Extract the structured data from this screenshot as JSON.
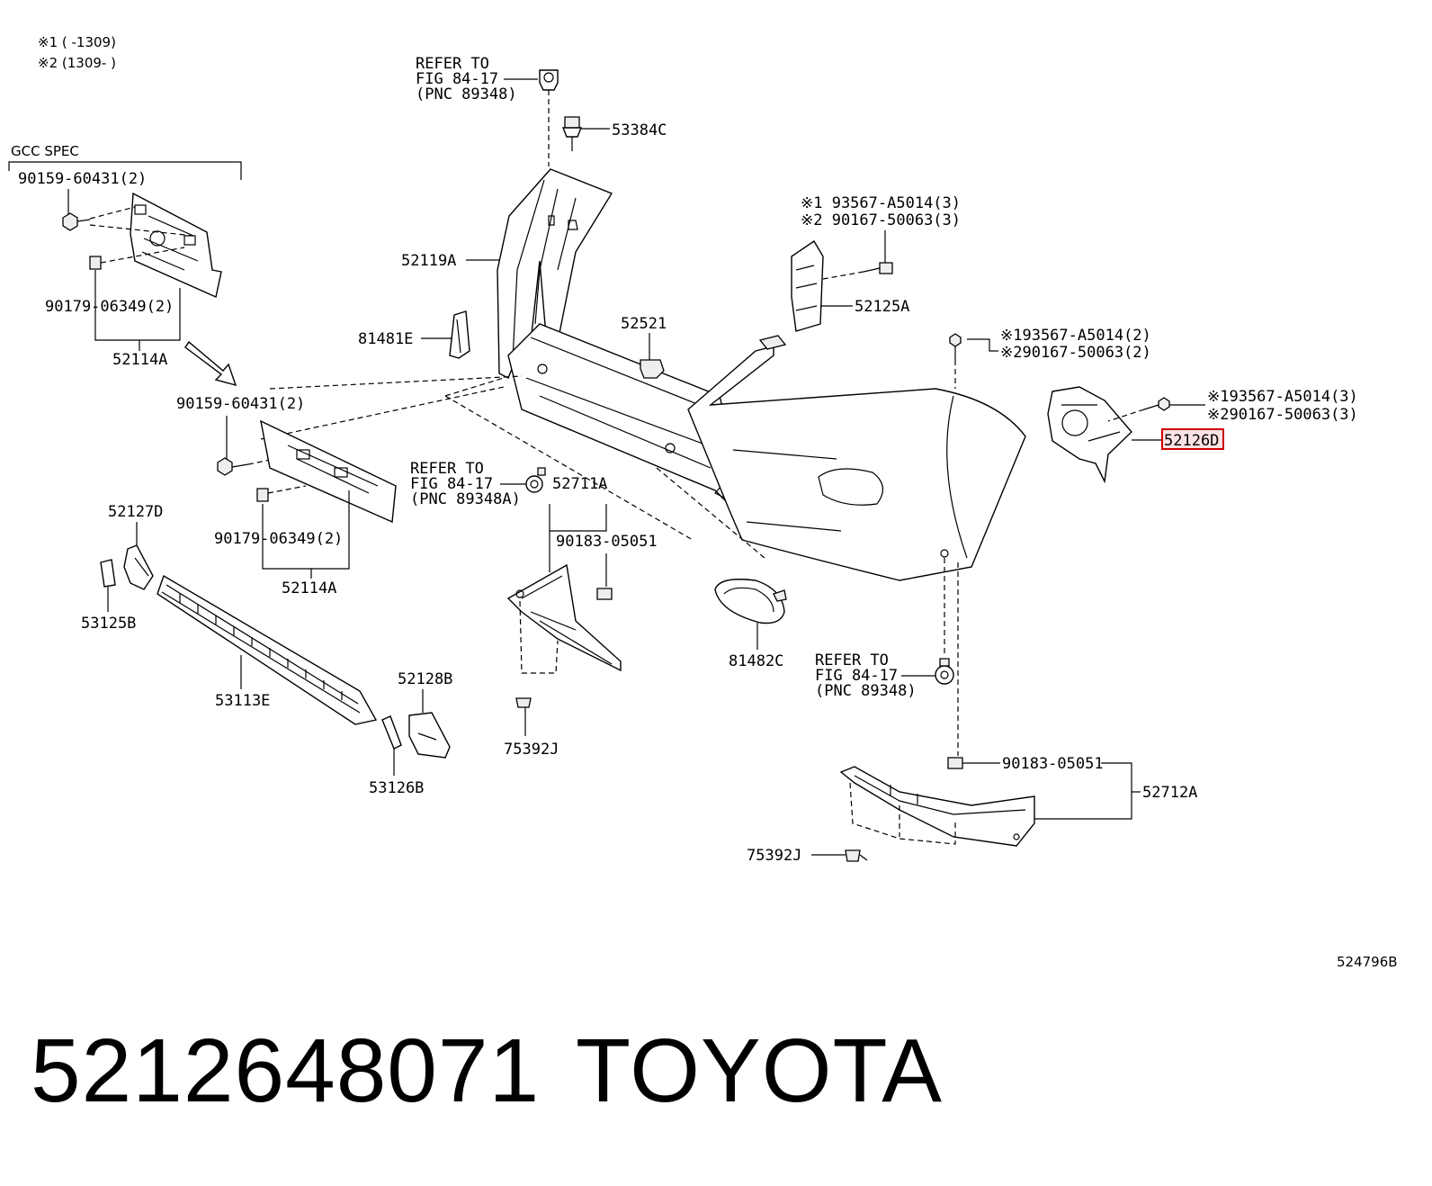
{
  "notes": {
    "note1": "※1 (      -1309)",
    "note2": "※2 (1309-      )"
  },
  "gcc_spec": "GCC SPEC",
  "labels": {
    "refer_top_1": "REFER TO",
    "refer_top_2": "FIG 84-17",
    "refer_top_3": "(PNC 89348)",
    "p53384C": "53384C",
    "p90159_top": "90159-60431(2)",
    "p90179_top": "90179-06349(2)",
    "p52114A_top": "52114A",
    "p52119A": "52119A",
    "p81481E": "81481E",
    "p52521": "52521",
    "n1_93567_a": "※1 93567-A5014(3)",
    "n2_90167_a": "※2 90167-50063(3)",
    "p52125A": "52125A",
    "n1_93567_b": "※193567-A5014(2)",
    "n2_90167_b": "※290167-50063(2)",
    "n1_93567_c": "※193567-A5014(3)",
    "n2_90167_c": "※290167-50063(3)",
    "p52126D": "52126D",
    "p90159_mid": "90159-60431(2)",
    "refer_mid_1": "REFER TO",
    "refer_mid_2": "FIG 84-17",
    "refer_mid_3": "(PNC 89348A)",
    "p52711A": "52711A",
    "p90179_mid": "90179-06349(2)",
    "p52114A_mid": "52114A",
    "p52127D": "52127D",
    "p53125B": "53125B",
    "p90183_a": "90183-05051",
    "p81482C": "81482C",
    "refer_bot_1": "REFER TO",
    "refer_bot_2": "FIG 84-17",
    "refer_bot_3": "(PNC 89348)",
    "p53113E": "53113E",
    "p52128B": "52128B",
    "p75392J_a": "75392J",
    "p53126B": "53126B",
    "p90183_b": "90183-05051",
    "p52712A": "52712A",
    "p75392J_b": "75392J",
    "figure_id": "524796B"
  },
  "highlighted_part": "52126D",
  "highlight_color": "#c00000",
  "footer": {
    "part_number": "5212648071",
    "brand": "TOYOTA"
  }
}
